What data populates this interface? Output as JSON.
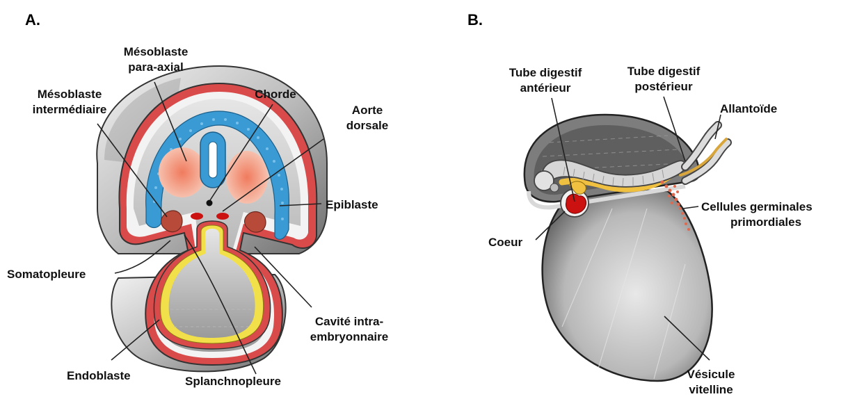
{
  "panels": {
    "a": "A.",
    "b": "B."
  },
  "labels_a": {
    "mesoblaste_para_axial": [
      "Mésoblaste",
      "para-axial"
    ],
    "mesoblaste_intermediaire": [
      "Mésoblaste",
      "intermédiaire"
    ],
    "chorde": "Chorde",
    "aorte_dorsale": [
      "Aorte",
      "dorsale"
    ],
    "epiblaste": "Epiblaste",
    "somatopleure": "Somatopleure",
    "cavite": [
      "Cavité intra-",
      "embryonnaire"
    ],
    "endoblaste": "Endoblaste",
    "splanchnopleure": "Splanchnopleure"
  },
  "labels_b": {
    "tube_anterieur": [
      "Tube digestif",
      "antérieur"
    ],
    "tube_posterieur": [
      "Tube digestif",
      "postérieur"
    ],
    "allantoide": "Allantoïde",
    "cellules": [
      "Cellules germinales",
      "primordiales"
    ],
    "coeur": "Coeur",
    "vesicule": [
      "Vésicule",
      "vitelline"
    ]
  },
  "colors": {
    "ectoderm": "#d94a4a",
    "mesoderm_light": "#f08a6a",
    "mesoderm_dark": "#b84a3a",
    "neural": "#3a9ad4",
    "endoderm": "#f2e04a",
    "vessel": "#cc1111",
    "body_gray": "#cfcfcf",
    "dark_gray": "#8a8a8a",
    "yellow_gut": "#f0c040"
  }
}
